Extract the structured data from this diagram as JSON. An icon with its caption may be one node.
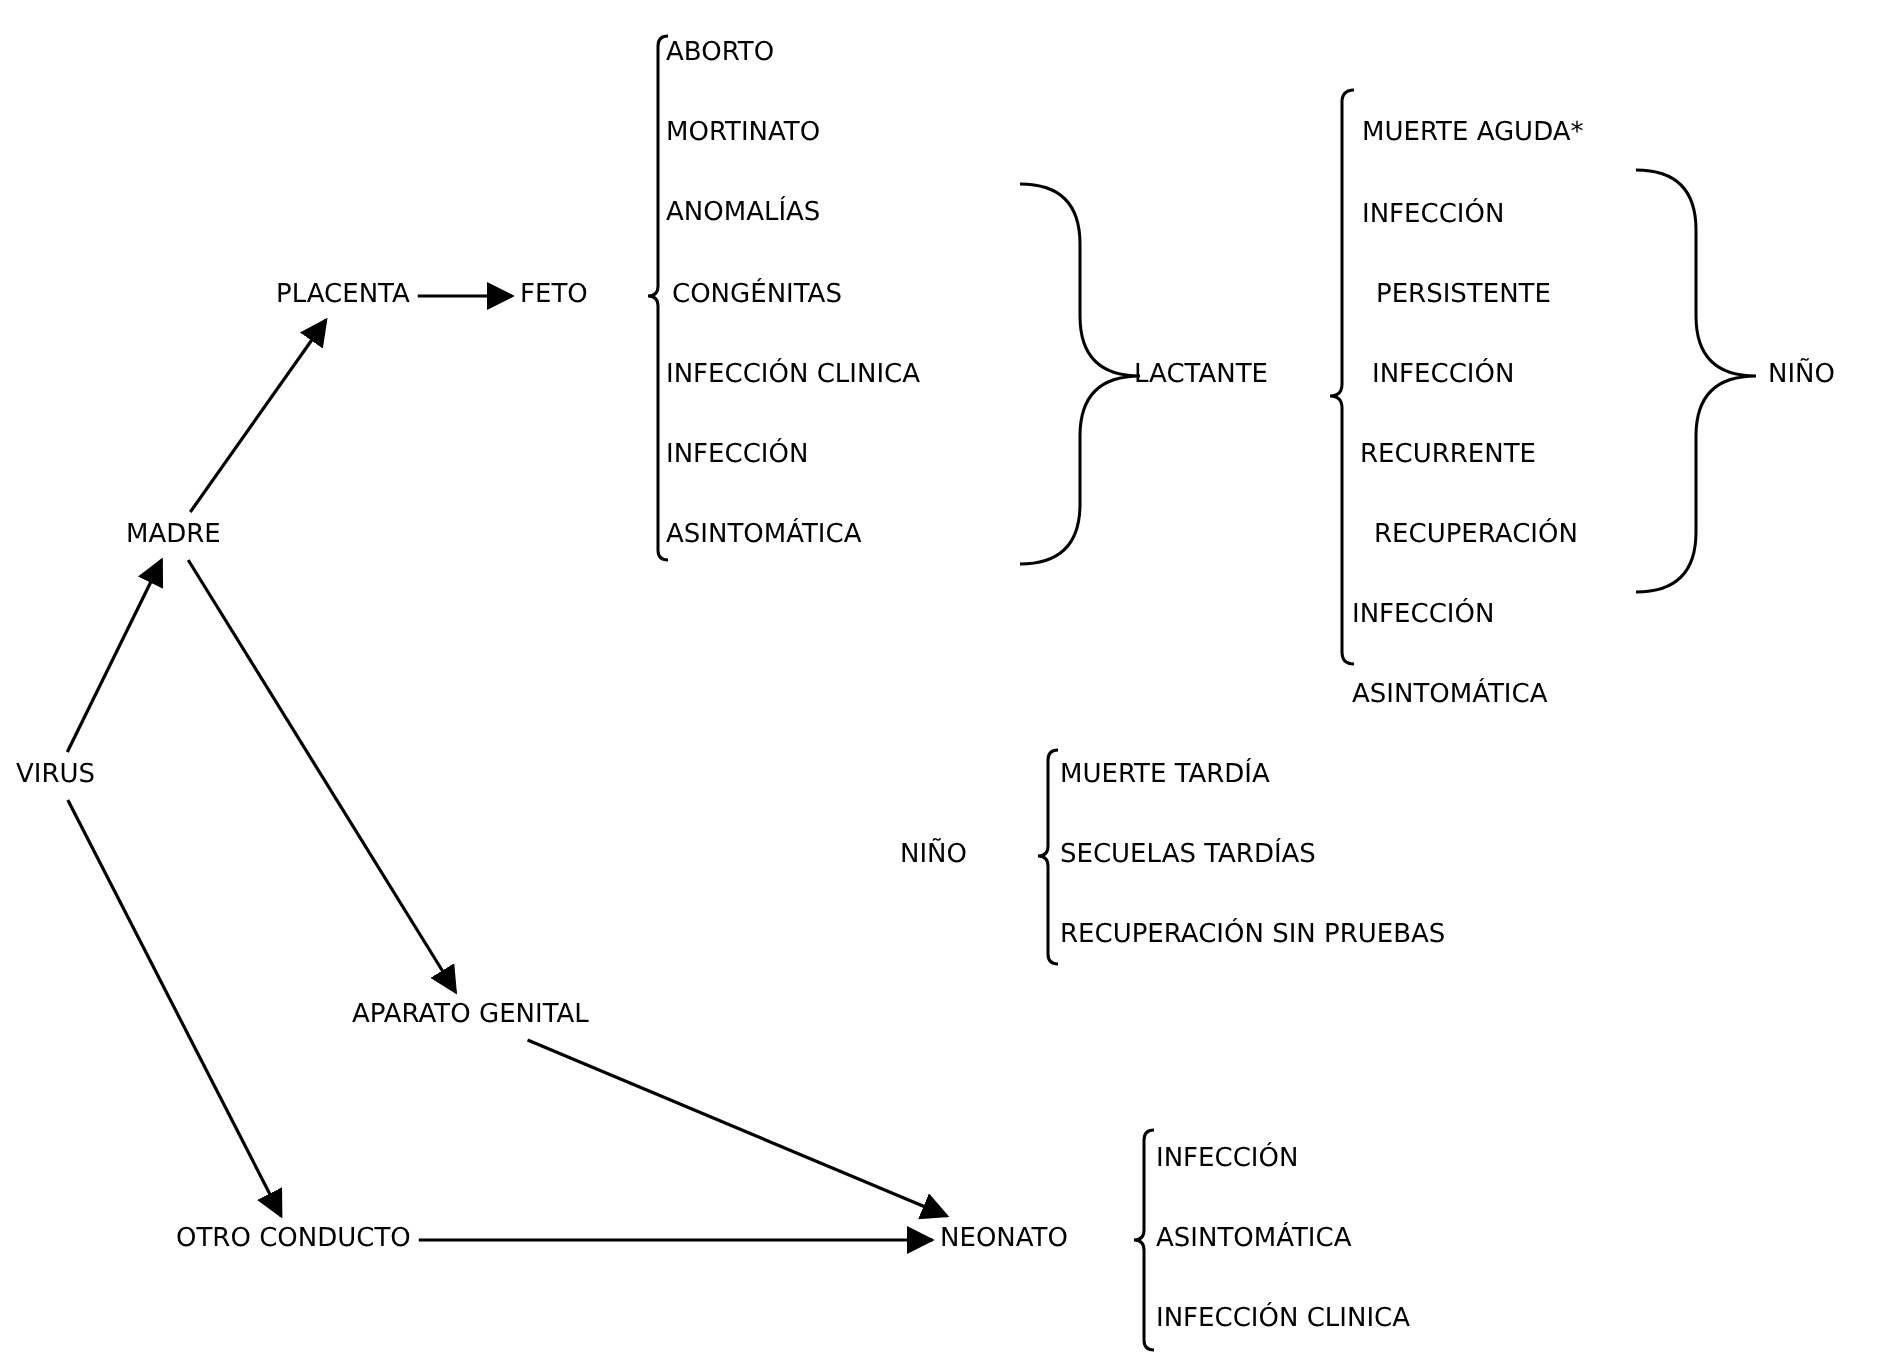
{
  "diagram": {
    "nodes": [
      {
        "text": [
          "VIRUS"
        ]
      },
      {
        "text": [
          "MADRE"
        ]
      },
      {
        "text": [
          "PLACENTA"
        ]
      },
      {
        "text": [
          "FETO"
        ]
      },
      {
        "text": [
          "APARATO GENITAL"
        ]
      },
      {
        "text": [
          "OTRO CONDUCTO"
        ]
      },
      {
        "text": [
          "NEONATO"
        ]
      }
    ],
    "edges": [
      {
        "from": 0,
        "to": 1,
        "arrow": "to"
      },
      {
        "from": 1,
        "to": 2,
        "arrow": "to"
      },
      {
        "from": 2,
        "to": 3,
        "arrow": "to"
      },
      {
        "from": 1,
        "to": 4,
        "arrow": "to"
      },
      {
        "from": 0,
        "to": 5,
        "arrow": "to"
      },
      {
        "from": 4,
        "to": 6,
        "arrow": "to"
      },
      {
        "from": 5,
        "to": 6,
        "arrow": "to"
      }
    ],
    "labels": [
      "ABORTO",
      "MORTINATO",
      "ANOMALÍAS",
      "CONGÉNITAS",
      "INFECCIÓN CLINICA",
      "INFECCIÓN",
      "ASINTOMÁTICA",
      "LACTANTE",
      "MUERTE AGUDA*",
      "INFECCIÓN",
      "PERSISTENTE",
      "INFECCIÓN",
      "RECURRENTE",
      "RECUPERACIÓN",
      "INFECCIÓN",
      "ASINTOMÁTICA",
      "NIÑO",
      "NIÑO",
      "MUERTE TARDÍA",
      "SECUELAS TARDÍAS",
      "RECUPERACIÓN SIN PRUEBAS",
      "INFECCIÓN",
      "ASINTOMÁTICA",
      "INFECCIÓN CLINICA"
    ]
  }
}
